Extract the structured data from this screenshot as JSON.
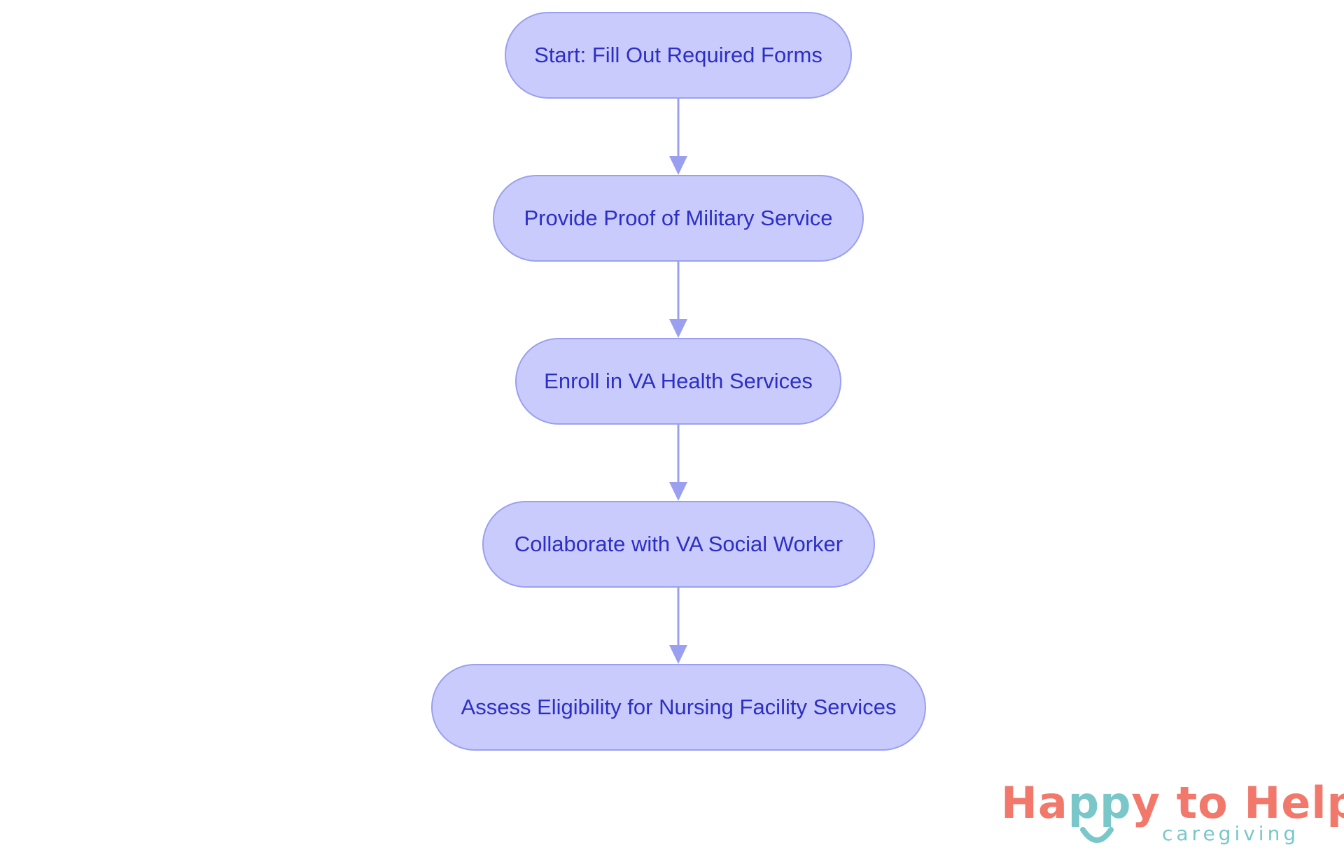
{
  "flowchart": {
    "nodes": [
      {
        "id": "n1",
        "label": "Start: Fill Out Required Forms"
      },
      {
        "id": "n2",
        "label": "Provide Proof of Military Service"
      },
      {
        "id": "n3",
        "label": "Enroll in VA Health Services"
      },
      {
        "id": "n4",
        "label": "Collaborate with VA Social Worker"
      },
      {
        "id": "n5",
        "label": "Assess Eligibility for Nursing Facility Services"
      }
    ],
    "edges": [
      {
        "from": "n1",
        "to": "n2"
      },
      {
        "from": "n2",
        "to": "n3"
      },
      {
        "from": "n3",
        "to": "n4"
      },
      {
        "from": "n4",
        "to": "n5"
      }
    ],
    "colors": {
      "node_fill": "#cacbfd",
      "node_border": "#9aa0ef",
      "node_text": "#2c2fc4",
      "arrow": "#9aa0ef"
    }
  },
  "logo": {
    "title_part1": "Ha",
    "title_part2": "pp",
    "title_part3": "y to Help",
    "subtitle": "caregiving",
    "colors": {
      "coral": "#f1786b",
      "teal": "#79c7c9"
    }
  }
}
